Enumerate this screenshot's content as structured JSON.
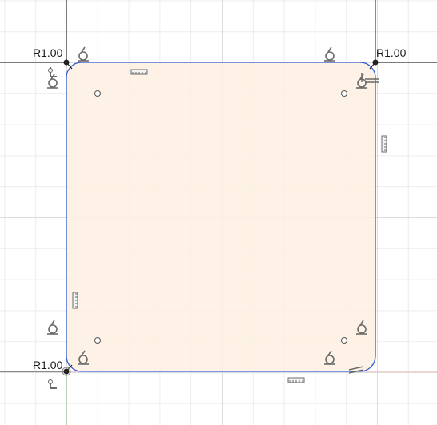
{
  "sketch": {
    "profile_fill": "#fdf0e1",
    "profile_stroke": "#2a5bd7",
    "grid_major": "#dcdcdc",
    "grid_minor": "#ececec",
    "axis_x_color": "#e9a4a4",
    "axis_y_color": "#8fd08f"
  },
  "dimensions": {
    "top_left": "R1.00",
    "top_right": "R1.00",
    "bottom_left": "R1.00"
  },
  "constraint_icons": [
    "tangent-icon",
    "tangent-icon",
    "tangent-icon",
    "tangent-icon",
    "tangent-icon",
    "tangent-icon",
    "tangent-icon",
    "tangent-icon",
    "horizontal-constraint-icon",
    "horizontal-constraint-icon",
    "vertical-constraint-icon",
    "vertical-constraint-icon",
    "coincident-icon",
    "coincident-icon",
    "parallel-icon"
  ]
}
